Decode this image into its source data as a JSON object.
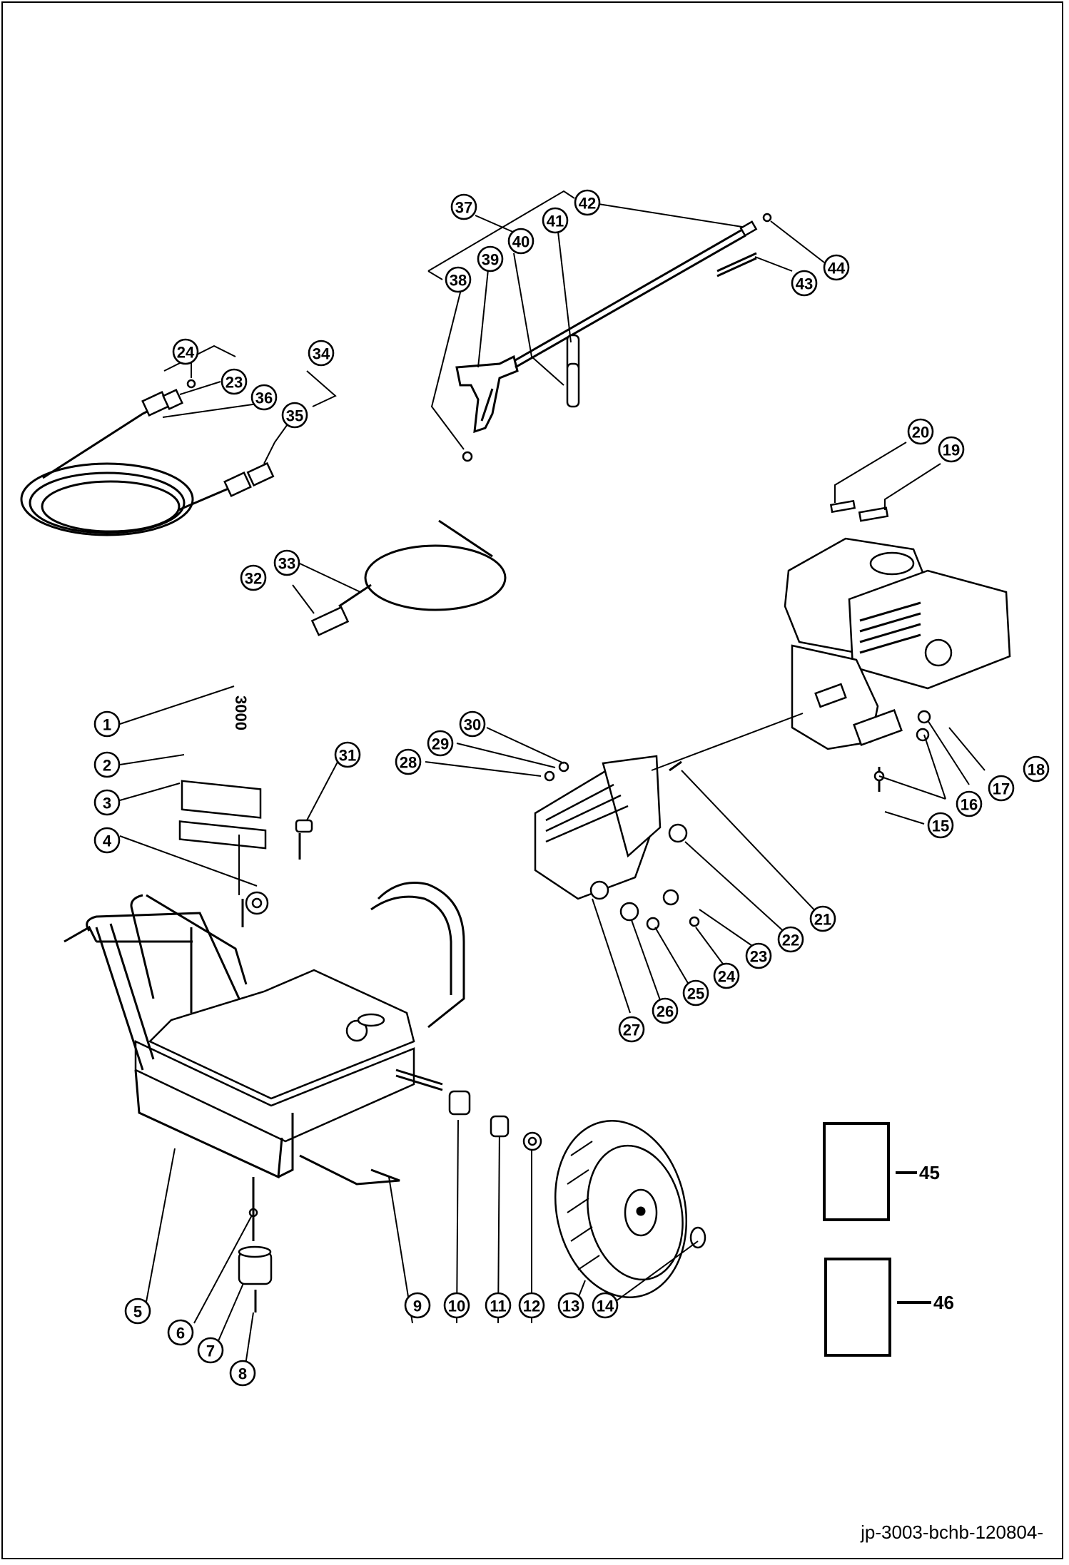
{
  "doc_id": "jp-3003-bchb-120804-",
  "decal_text": "3000",
  "callouts": [
    {
      "id": "1",
      "label": "1"
    },
    {
      "id": "2",
      "label": "2"
    },
    {
      "id": "3",
      "label": "3"
    },
    {
      "id": "4",
      "label": "4"
    },
    {
      "id": "5",
      "label": "5"
    },
    {
      "id": "6",
      "label": "6"
    },
    {
      "id": "7",
      "label": "7"
    },
    {
      "id": "8",
      "label": "8"
    },
    {
      "id": "9",
      "label": "9"
    },
    {
      "id": "10",
      "label": "10"
    },
    {
      "id": "11",
      "label": "11"
    },
    {
      "id": "12",
      "label": "12"
    },
    {
      "id": "13",
      "label": "13"
    },
    {
      "id": "14",
      "label": "14"
    },
    {
      "id": "15",
      "label": "15"
    },
    {
      "id": "16",
      "label": "16"
    },
    {
      "id": "17",
      "label": "17"
    },
    {
      "id": "18",
      "label": "18"
    },
    {
      "id": "19",
      "label": "19"
    },
    {
      "id": "20",
      "label": "20"
    },
    {
      "id": "21",
      "label": "21"
    },
    {
      "id": "22",
      "label": "22"
    },
    {
      "id": "23a",
      "label": "23"
    },
    {
      "id": "24a",
      "label": "24"
    },
    {
      "id": "25",
      "label": "25"
    },
    {
      "id": "26",
      "label": "26"
    },
    {
      "id": "27",
      "label": "27"
    },
    {
      "id": "28",
      "label": "28"
    },
    {
      "id": "29",
      "label": "29"
    },
    {
      "id": "30",
      "label": "30"
    },
    {
      "id": "31",
      "label": "31"
    },
    {
      "id": "32",
      "label": "32"
    },
    {
      "id": "33",
      "label": "33"
    },
    {
      "id": "34",
      "label": "34"
    },
    {
      "id": "35",
      "label": "35"
    },
    {
      "id": "36",
      "label": "36"
    },
    {
      "id": "23b",
      "label": "23"
    },
    {
      "id": "24b",
      "label": "24"
    },
    {
      "id": "37",
      "label": "37"
    },
    {
      "id": "38",
      "label": "38"
    },
    {
      "id": "39",
      "label": "39"
    },
    {
      "id": "40",
      "label": "40"
    },
    {
      "id": "41",
      "label": "41"
    },
    {
      "id": "42",
      "label": "42"
    },
    {
      "id": "43",
      "label": "43"
    },
    {
      "id": "44",
      "label": "44"
    }
  ],
  "boxes": [
    {
      "id": "45",
      "label": "45"
    },
    {
      "id": "46",
      "label": "46"
    }
  ]
}
